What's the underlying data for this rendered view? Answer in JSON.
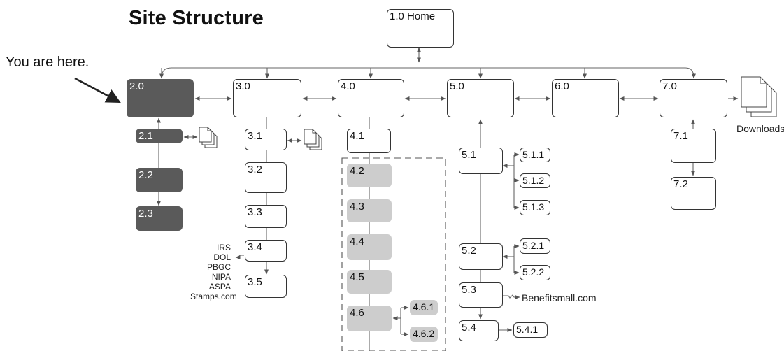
{
  "title": "Site Structure",
  "pointer_label": "You are here.",
  "nodes": {
    "home": "1.0 Home",
    "n2_0": "2.0",
    "n2_1": "2.1",
    "n2_2": "2.2",
    "n2_3": "2.3",
    "n3_0": "3.0",
    "n3_1": "3.1",
    "n3_2": "3.2",
    "n3_3": "3.3",
    "n3_4": "3.4",
    "n3_5": "3.5",
    "n4_0": "4.0",
    "n4_1": "4.1",
    "n4_2": "4.2",
    "n4_3": "4.3",
    "n4_4": "4.4",
    "n4_5": "4.5",
    "n4_6": "4.6",
    "n4_6_1": "4.6.1",
    "n4_6_2": "4.6.2",
    "n5_0": "5.0",
    "n5_1": "5.1",
    "n5_1_1": "5.1.1",
    "n5_1_2": "5.1.2",
    "n5_1_3": "5.1.3",
    "n5_2": "5.2",
    "n5_2_1": "5.2.1",
    "n5_2_2": "5.2.2",
    "n5_3": "5.3",
    "n5_4": "5.4",
    "n5_4_1": "5.4.1",
    "n6_0": "6.0",
    "n7_0": "7.0",
    "n7_1": "7.1",
    "n7_2": "7.2"
  },
  "external_sites": [
    "IRS",
    "DOL",
    "PBGC",
    "NIPA",
    "ASPA",
    "Stamps.com"
  ],
  "external_link": "Benefitsmall.com",
  "downloads_label": "Downloads",
  "colors": {
    "current_section": "#5a5a5a",
    "optional_section": "#cdcdcd",
    "line": "#666666"
  }
}
